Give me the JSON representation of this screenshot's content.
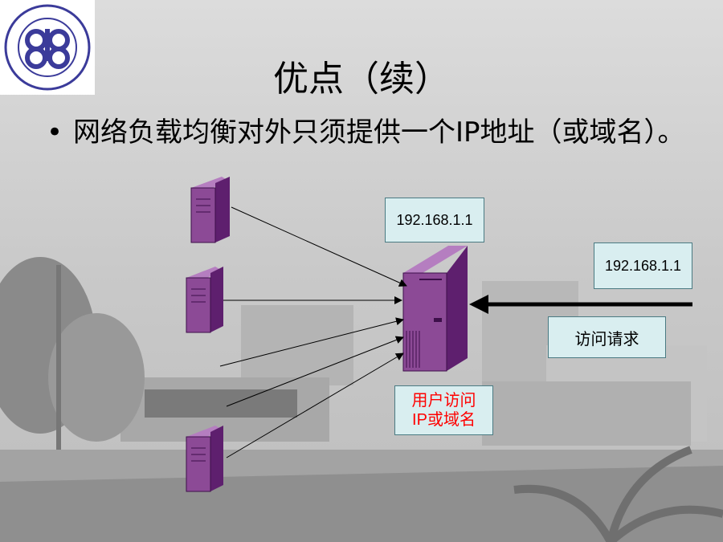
{
  "slide": {
    "title": "优点（续）",
    "bullet_marker": "•",
    "bullet_text": "网络负载均衡对外只须提供一个IP地址（或域名）。"
  },
  "diagram": {
    "server_ip_label": "192.168.1.1",
    "client_ip_label": "192.168.1.1",
    "access_request_label": "访问请求",
    "user_access_label_line1": "用户访问",
    "user_access_label_line2": "IP或域名"
  },
  "colors": {
    "server_front": "#8c4a96",
    "server_side": "#5e1f6e",
    "server_top": "#b57ec0",
    "label_box_bg": "#d9eef0",
    "user_access_text": "#ff0000"
  },
  "icons": {
    "logo": "zhenjiang-college-seal-icon",
    "server": "server-tower-icon"
  }
}
